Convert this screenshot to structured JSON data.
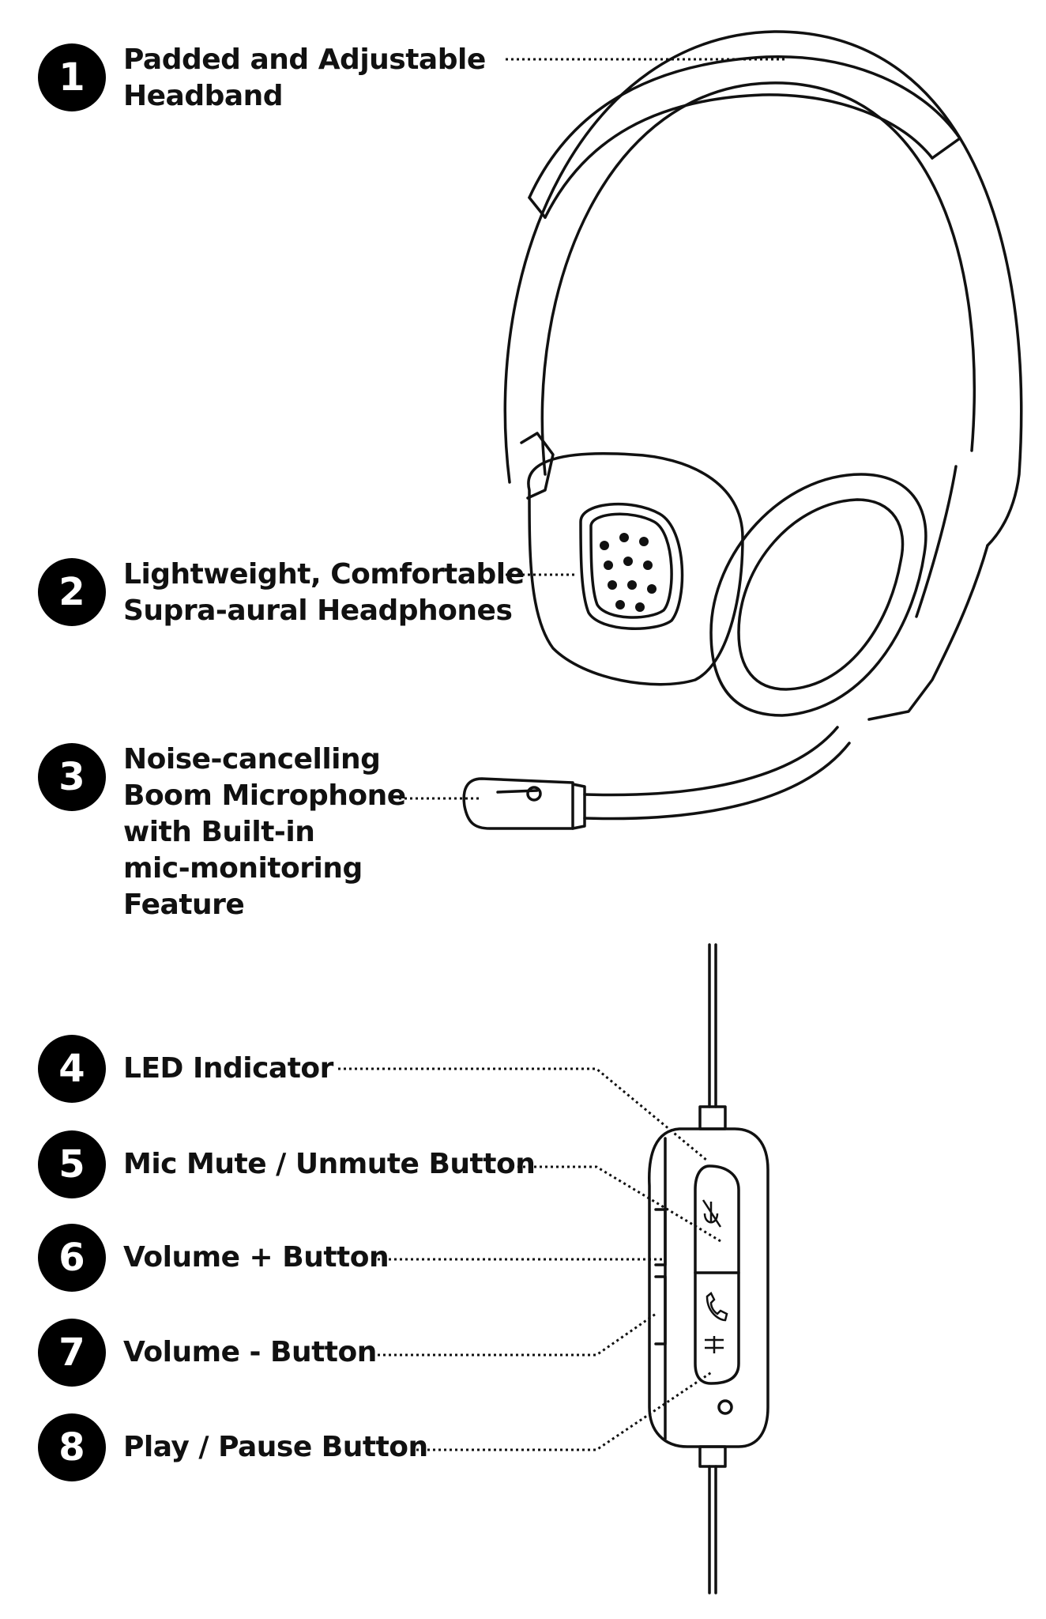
{
  "callouts": [
    {
      "number": "1",
      "lines": [
        "Padded and Adjustable",
        "Headband"
      ]
    },
    {
      "number": "2",
      "lines": [
        "Lightweight, Comfortable",
        "Supra-aural Headphones"
      ]
    },
    {
      "number": "3",
      "lines": [
        "Noise-cancelling",
        "Boom Microphone",
        "with Built-in",
        "mic-monitoring",
        "Feature"
      ]
    },
    {
      "number": "4",
      "lines": [
        "LED Indicator"
      ]
    },
    {
      "number": "5",
      "lines": [
        "Mic Mute / Unmute Button"
      ]
    },
    {
      "number": "6",
      "lines": [
        "Volume + Button"
      ]
    },
    {
      "number": "7",
      "lines": [
        "Volume - Button"
      ]
    },
    {
      "number": "8",
      "lines": [
        "Play / Pause Button"
      ]
    }
  ]
}
